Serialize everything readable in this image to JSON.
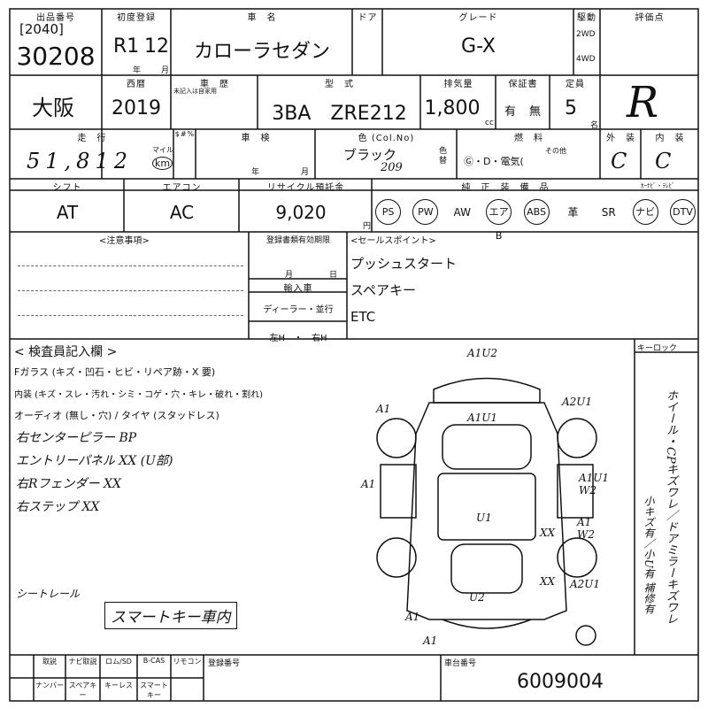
{
  "header": {
    "lot_label": "出品番号",
    "lot_sub": "[2040]",
    "lot_no": "30208",
    "first_reg_label": "初度登録",
    "first_reg": "R1",
    "first_reg_month": "12",
    "year_unit": "年",
    "month_unit": "月",
    "car_name_label": "車　名",
    "car_name": "カローラセダン",
    "door_label": "ドア",
    "grade_label": "グレード",
    "grade": "G-X",
    "drive_label": "駆動",
    "drive_2wd": "2WD",
    "drive_4wd": "4WD",
    "score_label": "評価点",
    "score": "R"
  },
  "row2": {
    "region": "大阪",
    "western_label": "西暦",
    "western_year": "2019",
    "history_label": "車　歴",
    "history_sub": "未記入は自家用",
    "model_label": "型　式",
    "model": "3BA　ZRE212",
    "displacement_label": "排気量",
    "displacement": "1,800",
    "cc": "cc",
    "warranty_label": "保証書",
    "warranty_yes": "有",
    "warranty_no": "無",
    "capacity_label": "定員",
    "capacity": "5",
    "capacity_unit": "名"
  },
  "row3": {
    "mileage_label": "走　行",
    "mileage": "51,812",
    "mileage_unit": "km",
    "mileage_alt": "マイル",
    "meter_label": "$#%",
    "inspection_label": "車　検",
    "inspection_year": "年",
    "inspection_month": "月",
    "color_label": "色 (Col.No)",
    "color": "ブラック",
    "color_no": "209",
    "color_change": "色替",
    "fuel_label": "燃　料",
    "fuel_options": "Ⓖ・D・電気(",
    "fuel_other": "その他",
    "exterior_label": "外　装",
    "exterior": "C",
    "interior_label": "内　装",
    "interior": "C"
  },
  "row4": {
    "shift_label": "シフト",
    "shift": "AT",
    "aircon_label": "エアコン",
    "aircon": "AC",
    "recycle_label": "リサイクル預託金",
    "recycle": "9,020",
    "yen": "円",
    "equipment_label": "純　正　装　備　品",
    "equipment": [
      "PS",
      "PW",
      "AW",
      "エアB",
      "ABS",
      "革",
      "SR",
      "ナビ",
      "DTV"
    ],
    "equipment_circled": [
      true,
      true,
      false,
      true,
      true,
      false,
      false,
      true,
      true
    ],
    "navi_label": "ｶｰﾅﾋﾞ・ﾃﾚﾋﾞ"
  },
  "notes": {
    "caution_label": "<注意事項>",
    "reg_expiry_label": "登録書類有効期限",
    "month_label": "月",
    "day_label": "日",
    "import_label": "輸入車",
    "dealer": "ディーラー・並行",
    "steering": "左H　・　右H",
    "sales_label": "<セールスポイント>",
    "sales_points": [
      "プッシュスタート",
      "スペアキー",
      "ETC"
    ]
  },
  "inspection": {
    "title": "< 検査員記入欄 >",
    "glass_line": "Fガラス (キズ・凹石・ヒビ・リペア跡・X 要)",
    "interior_line": "内装 (キズ・スレ・汚れ・シミ・コゲ・穴・キレ・破れ・割れ)",
    "audio_line": "オーディオ (無し・穴) / タイヤ (スタッドレス)",
    "notes": [
      "右センターピラー BP",
      "エントリーパネル XX (U部)",
      "右Rフェンダー XX",
      "右ステップ XX"
    ],
    "seat_note": "シートレール",
    "smartkey_note": "スマートキー車内",
    "keylock_label": "キーロック",
    "side_note": "ホイール・CPキズワレ／ドアミラーキズワレ",
    "side_note2": "小キズ有／小U有 補修有"
  },
  "diagram_marks": [
    "A1U2",
    "A1",
    "A2U1",
    "A1U1",
    "A1",
    "A1U1 W2",
    "U1",
    "A1 W2",
    "XX",
    "XX",
    "A2U1",
    "A1",
    "U2",
    "A1"
  ],
  "footer": {
    "cols": [
      "取説",
      "ナビ取説",
      "ロム/SD",
      "B-CAS",
      "リモコン"
    ],
    "cols2": [
      "ナンバー",
      "スペアキー",
      "キーレス",
      "スマートキー"
    ],
    "reg_no_label": "登録番号",
    "chassis_label": "車台番号",
    "chassis_no": "6009004"
  }
}
